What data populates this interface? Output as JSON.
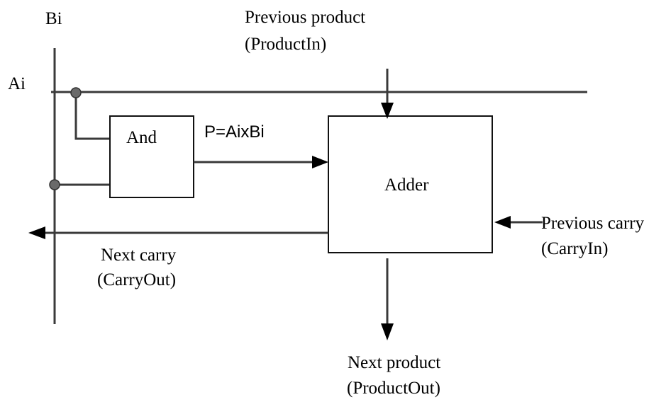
{
  "labels": {
    "bi": "Bi",
    "ai": "Ai",
    "and_gate": "And",
    "product": "P=AixBi",
    "adder": "Adder",
    "prev_product_line1": "Previous product",
    "prev_product_line2": "(ProductIn)",
    "prev_carry_line1": "Previous carry",
    "prev_carry_line2": "(CarryIn)",
    "next_carry_line1": "Next carry",
    "next_carry_line2": "(CarryOut)",
    "next_product_line1": "Next product",
    "next_product_line2": "(ProductOut)"
  }
}
